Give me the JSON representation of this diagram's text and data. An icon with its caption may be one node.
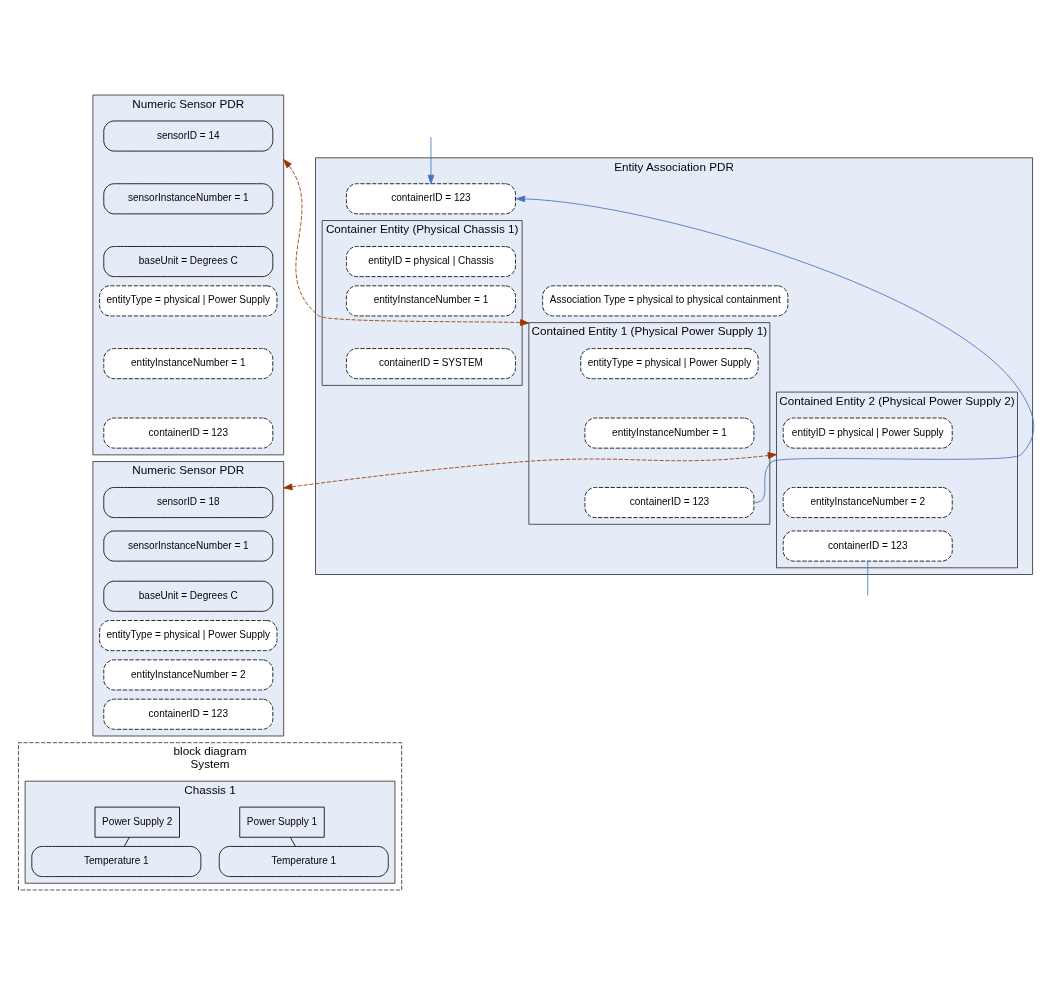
{
  "diagram": {
    "nodes": [
      {
        "text": [
          "Numeric Sensor PDR"
        ]
      },
      {
        "text": [
          "sensorID = 14"
        ],
        "in": 0
      },
      {
        "text": [
          "sensorInstanceNumber = 1"
        ],
        "in": 0
      },
      {
        "text": [
          "baseUnit = Degrees C"
        ],
        "in": 0
      },
      {
        "text": [
          "entityType = physical | Power Supply"
        ],
        "in": 0
      },
      {
        "text": [
          "entityInstanceNumber = 1"
        ],
        "in": 0
      },
      {
        "text": [
          "containerID = 123"
        ],
        "in": 0
      },
      {
        "text": [
          "Numeric Sensor PDR"
        ]
      },
      {
        "text": [
          "sensorID = 18"
        ],
        "in": 7
      },
      {
        "text": [
          "sensorInstanceNumber = 1"
        ],
        "in": 7
      },
      {
        "text": [
          "baseUnit = Degrees C"
        ],
        "in": 7
      },
      {
        "text": [
          "entityType = physical | Power Supply"
        ],
        "in": 7
      },
      {
        "text": [
          "entityInstanceNumber = 2"
        ],
        "in": 7
      },
      {
        "text": [
          "containerID = 123"
        ],
        "in": 7
      },
      {
        "text": [
          "Entity Association PDR"
        ]
      },
      {
        "text": [
          "containerID = 123"
        ],
        "in": 14
      },
      {
        "text": [
          "Container Entity (Physical Chassis 1)"
        ],
        "in": 14
      },
      {
        "text": [
          "entityID = physical | Chassis"
        ],
        "in": 16
      },
      {
        "text": [
          "entityInstanceNumber = 1"
        ],
        "in": 16
      },
      {
        "text": [
          "containerID = SYSTEM"
        ],
        "in": 16
      },
      {
        "text": [
          "Association Type = physical to physical containment"
        ],
        "in": 14
      },
      {
        "text": [
          "Contained Entity 1 (Physical Power Supply 1)"
        ],
        "in": 14
      },
      {
        "text": [
          "entityType = physical | Power Supply"
        ],
        "in": 21
      },
      {
        "text": [
          "entityInstanceNumber = 1"
        ],
        "in": 21
      },
      {
        "text": [
          "containerID = 123"
        ],
        "in": 21
      },
      {
        "text": [
          "Contained Entity 2 (Physical Power Supply 2)"
        ],
        "in": 14
      },
      {
        "text": [
          "entityID = physical | Power Supply"
        ],
        "in": 25
      },
      {
        "text": [
          "entityInstanceNumber = 2"
        ],
        "in": 25
      },
      {
        "text": [
          "containerID = 123"
        ],
        "in": 25
      },
      {
        "text": [
          "block diagram",
          "System"
        ]
      },
      {
        "text": [
          "Chassis 1"
        ],
        "in": 29
      },
      {
        "text": [
          "Power Supply 1"
        ],
        "in": 30
      },
      {
        "text": [
          "Power Supply 2"
        ],
        "in": 30
      },
      {
        "text": [
          "Temperature 1"
        ],
        "in": 30
      },
      {
        "text": [
          "Temperature 1"
        ],
        "in": 30
      }
    ],
    "edges": [
      {
        "from": 0,
        "to": 21,
        "arrow": "both",
        "style": "dashed",
        "color": "#993300"
      },
      {
        "from": 7,
        "to": 25,
        "arrow": "both",
        "style": "dashed",
        "color": "#993300"
      },
      {
        "from": 24,
        "to": 15,
        "arrow": "to",
        "color": "#4472c4"
      },
      {
        "from": null,
        "to": 15,
        "arrow": "to",
        "color": "#4472c4"
      },
      {
        "from": 28,
        "to": null,
        "arrow": "none",
        "color": "#4472c4"
      },
      {
        "from": 31,
        "to": 33,
        "arrow": "none",
        "color": "#000000"
      },
      {
        "from": 32,
        "to": 34,
        "arrow": "none",
        "color": "#000000"
      }
    ]
  }
}
